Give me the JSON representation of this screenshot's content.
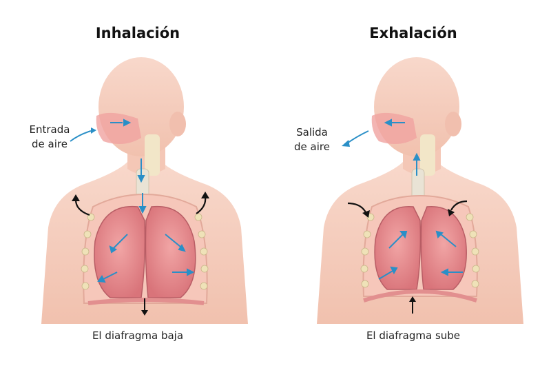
{
  "inhalation": {
    "title": "Inhalación",
    "air_label_line1": "Entrada",
    "air_label_line2": "de aire",
    "caption": "El diafragma baja"
  },
  "exhalation": {
    "title": "Exhalación",
    "air_label_line1": "Salida",
    "air_label_line2": "de aire",
    "caption": "El diafragma sube"
  },
  "colors": {
    "skin": "#f6cfc0",
    "skin_shade": "#eab6a4",
    "lung": "#e98f8f",
    "lung_dark": "#d46a6f",
    "rib": "#efe2b8",
    "air_arrow": "#2a8fc7",
    "motion_arrow": "#111111"
  }
}
